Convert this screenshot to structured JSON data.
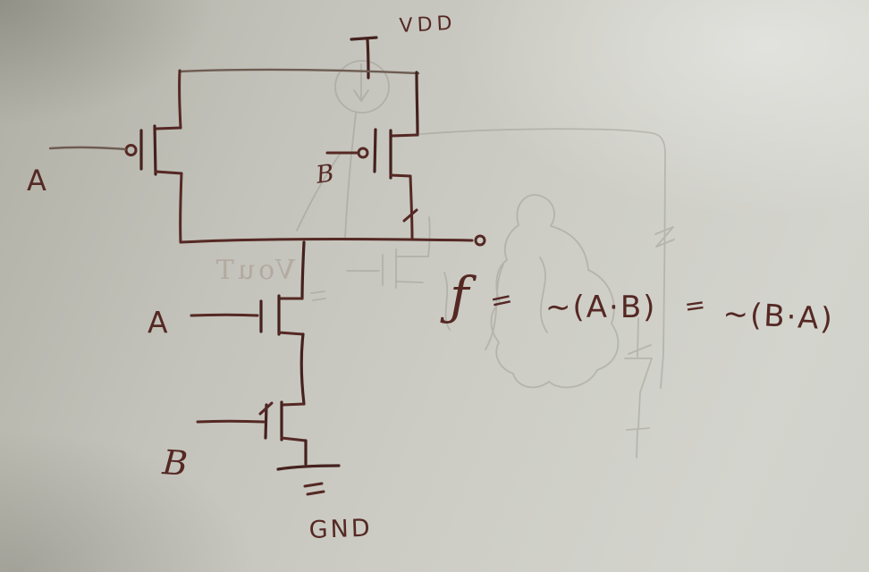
{
  "diagram": {
    "type": "hand-drawn CMOS NAND gate schematic on paper",
    "labels": {
      "vdd": "VDD",
      "gnd": "GND",
      "pmos_a": "A",
      "pmos_b": "B",
      "nmos_a": "A",
      "nmos_b": "B"
    },
    "formula": {
      "f": "ƒ",
      "eq1": "=",
      "term1": "∼(A·B)",
      "eq2": "=",
      "term2": "∼(B·A)"
    },
    "ghost": {
      "vout_mirrored": "VouT"
    },
    "colors": {
      "ink": "#552824",
      "paper": "#c9cac2",
      "pencil_bleedthrough": "#97968c"
    }
  }
}
